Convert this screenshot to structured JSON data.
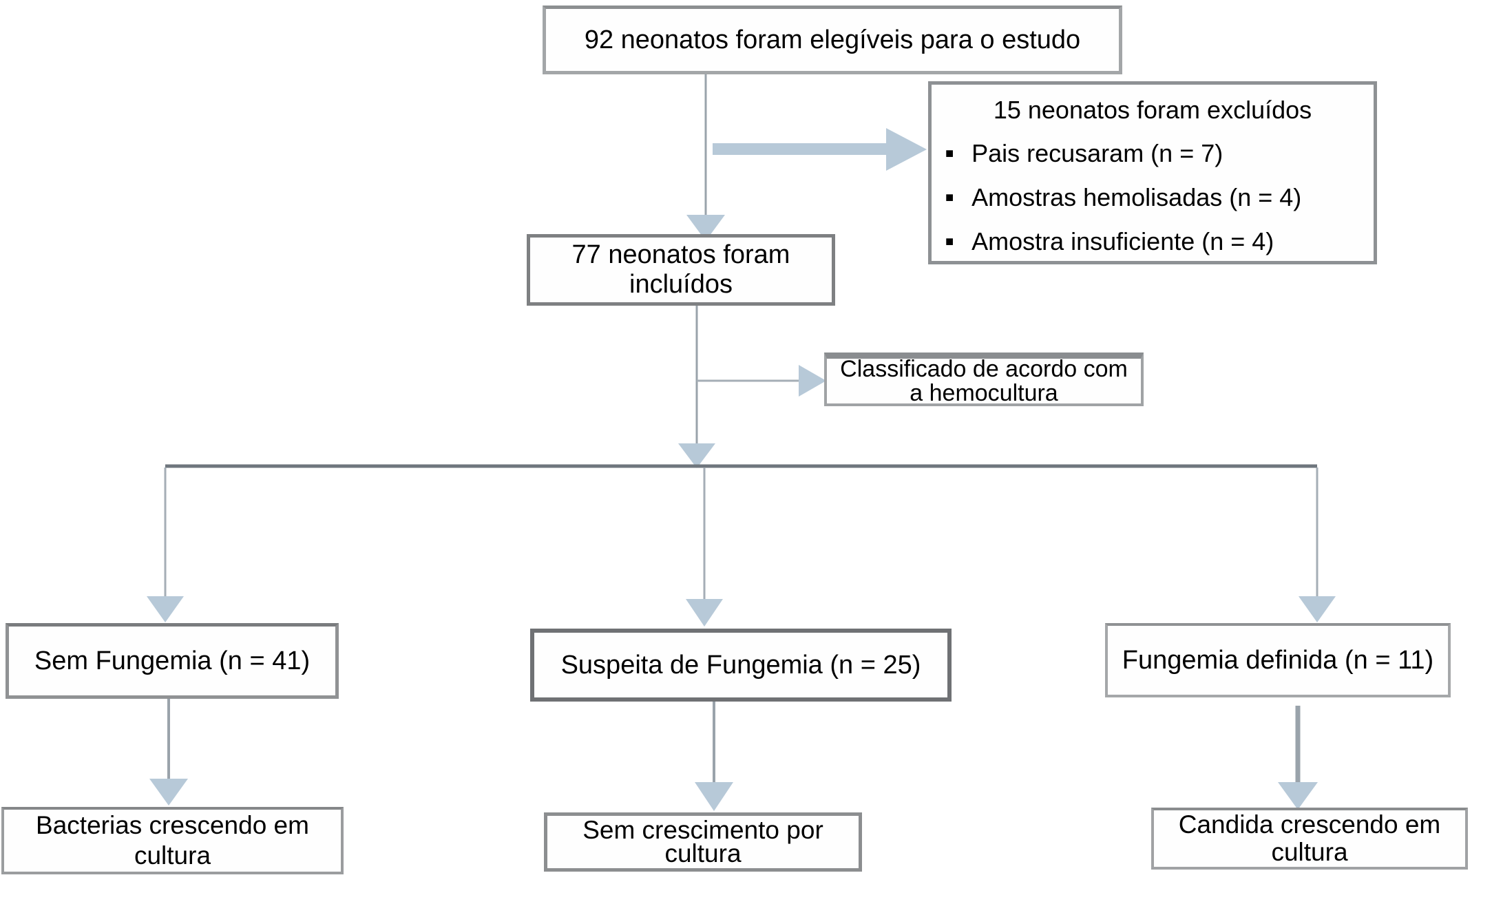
{
  "figure": {
    "bullet_glyph": "■",
    "colors": {
      "arrow_fill": "#b7c9d8",
      "connector_line": "#9aa3ab",
      "branch_line": "#a5aeb6",
      "distribution_line": "#6f767d",
      "box_border": "#9a9a9a"
    },
    "nodes": {
      "eligible": {
        "text": "92 neonatos foram elegíveis para o estudo"
      },
      "excluded": {
        "title": "15 neonatos foram excluídos",
        "items": [
          "Pais recusaram (n = 7)",
          "Amostras hemolisadas (n = 4)",
          "Amostra insuficiente (n = 4)"
        ]
      },
      "included": {
        "text": "77 neonatos foram incluídos"
      },
      "classified": {
        "lines": [
          "Classificado de acordo com",
          "a hemocultura"
        ]
      },
      "no_fungemia": {
        "text": "Sem Fungemia (n = 41)"
      },
      "suspected_fungemia": {
        "text": "Suspeita de Fungemia (n = 25)"
      },
      "definite_fungemia": {
        "text": "Fungemia definida (n = 11)"
      },
      "bacteria_growth": {
        "lines": [
          "Bacterias crescendo em",
          "cultura"
        ]
      },
      "no_growth": {
        "lines": [
          "Sem crescimento por",
          "cultura"
        ]
      },
      "candida_growth": {
        "lines": [
          "Candida crescendo em",
          "cultura"
        ]
      }
    }
  }
}
